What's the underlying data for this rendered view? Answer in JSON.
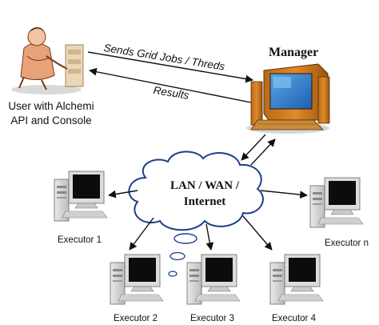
{
  "user_label": "User with Alchemi API and Console",
  "manager_label": "Manager",
  "sends_label": "Sends Grid Jobs / Threds",
  "results_label": "Results",
  "network_label_line1": "LAN / WAN /",
  "network_label_line2": "Internet",
  "executors": {
    "e1": "Executor 1",
    "e2": "Executor 2",
    "e3": "Executor 3",
    "e4": "Executor 4",
    "en": "Executor n"
  }
}
